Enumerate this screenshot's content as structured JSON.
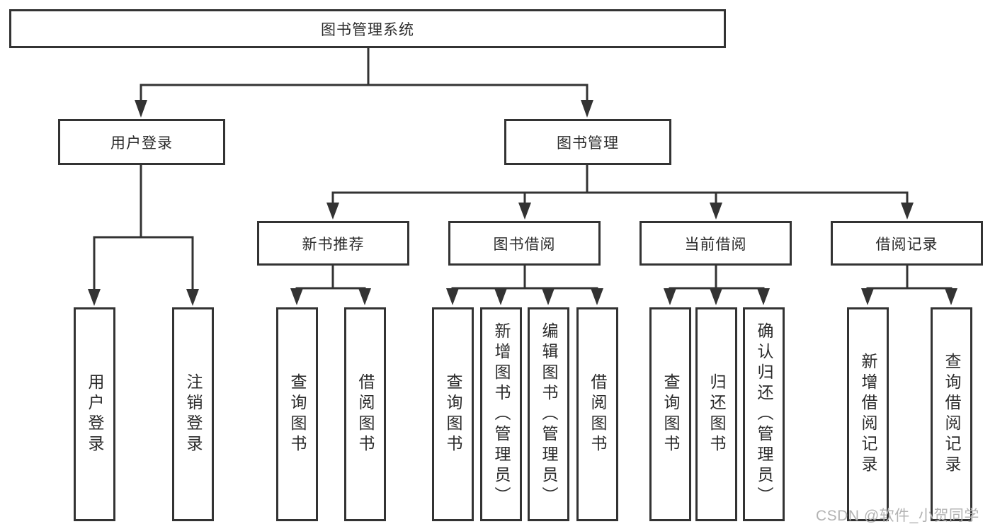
{
  "diagram": {
    "root": {
      "label": "图书管理系统"
    },
    "branches": [
      {
        "label": "用户登录",
        "children": [
          "用户登录",
          "注销登录"
        ]
      },
      {
        "label": "图书管理",
        "groups": [
          {
            "label": "新书推荐",
            "children": [
              "查询图书",
              "借阅图书"
            ]
          },
          {
            "label": "图书借阅",
            "children": [
              "查询图书",
              "新增图书（管理员）",
              "编辑图书（管理员）",
              "借阅图书"
            ]
          },
          {
            "label": "当前借阅",
            "children": [
              "查询图书",
              "归还图书",
              "确认归还（管理员）"
            ]
          },
          {
            "label": "借阅记录",
            "children": [
              "新增借阅记录",
              "查询借阅记录"
            ]
          }
        ]
      }
    ],
    "watermark": "CSDN @软件_小贺同学",
    "colors": {
      "line": "#333333",
      "text": "#2b2b2b",
      "box_background": "#ffffff",
      "watermark": "#b3b3b3"
    }
  }
}
